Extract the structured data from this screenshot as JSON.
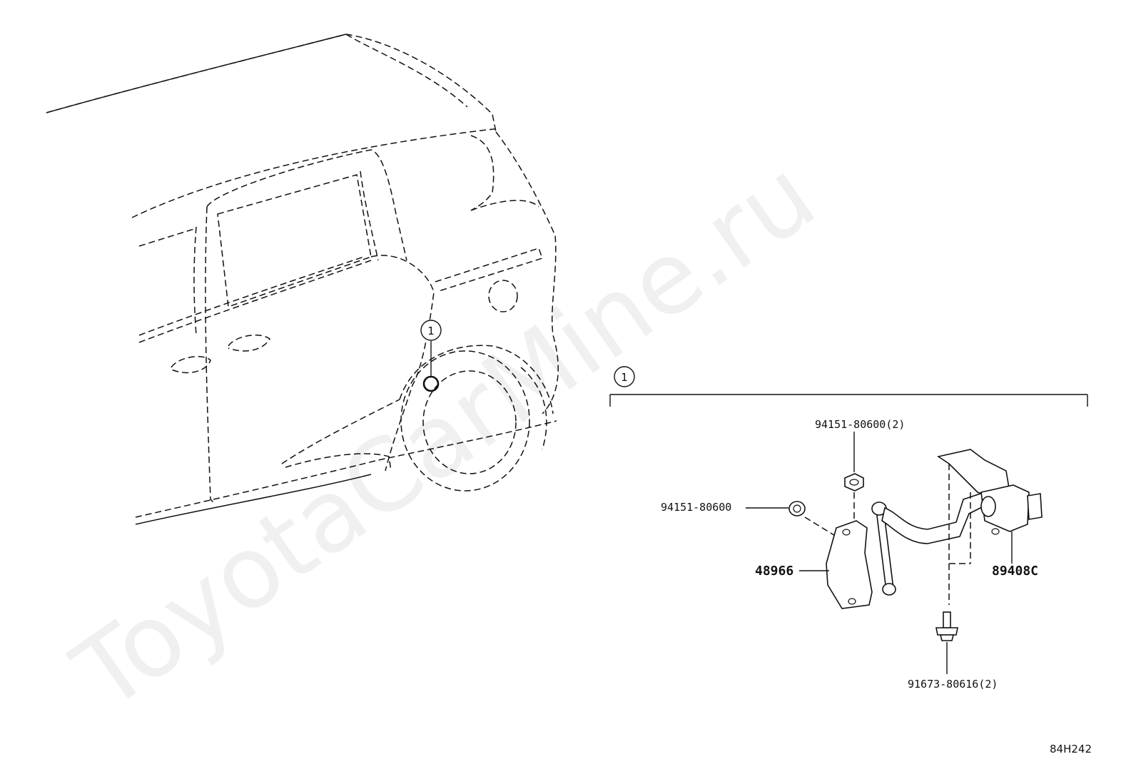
{
  "watermark": "ToyotaCarMine.ru",
  "diagram_code": "84H242",
  "callout": {
    "number": "1"
  },
  "parts": {
    "nut_top": {
      "number": "94151-80600",
      "qty": "(2)"
    },
    "nut_left": {
      "number": "94151-80600"
    },
    "bracket": {
      "number": "48966"
    },
    "sensor": {
      "number": "89408C"
    },
    "bolt": {
      "number": "91673-80616",
      "qty": "(2)"
    }
  }
}
